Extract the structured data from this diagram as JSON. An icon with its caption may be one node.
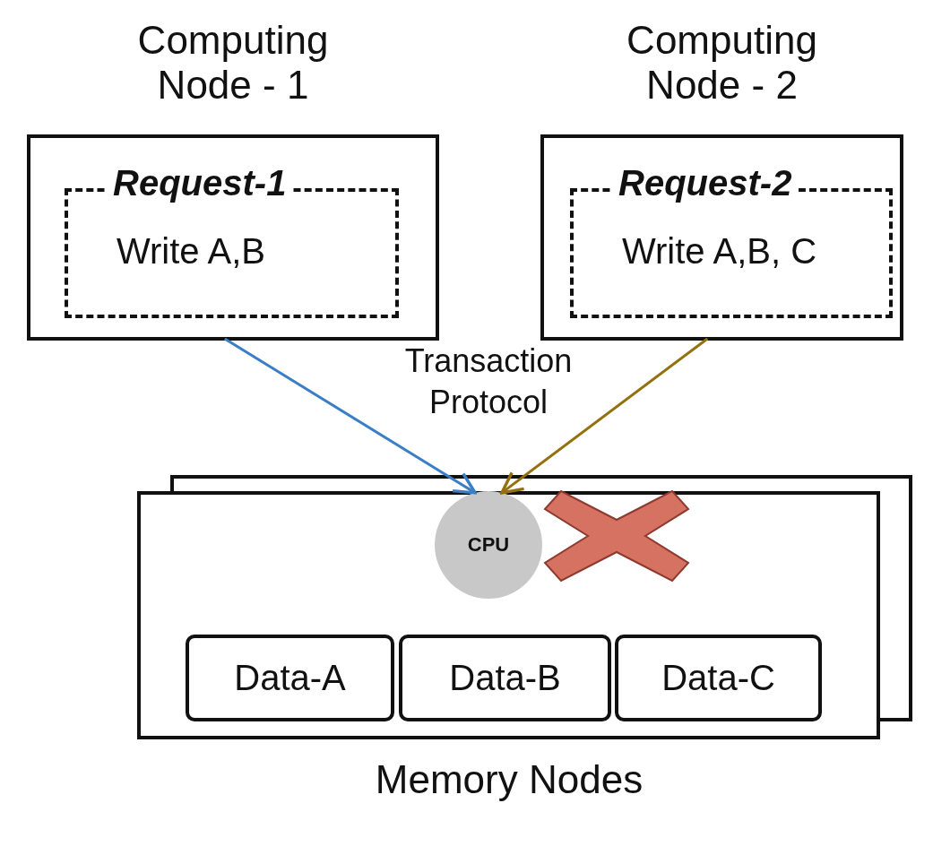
{
  "diagram": {
    "nodes": [
      {
        "text": [
          "Computing Node - 1"
        ]
      },
      {
        "text": [
          "Request-1",
          "Write A,B"
        ],
        "in": 0
      },
      {
        "text": [
          "Computing Node - 2"
        ]
      },
      {
        "text": [
          "Request-2",
          "Write A,B, C"
        ],
        "in": 2
      },
      {
        "text": [
          "Memory Nodes"
        ]
      },
      {
        "text": [
          "CPU"
        ],
        "in": 4
      },
      {
        "text": [
          "Data-A"
        ],
        "in": 4
      },
      {
        "text": [
          "Data-B"
        ],
        "in": 4
      },
      {
        "text": [
          "Data-C"
        ],
        "in": 4
      }
    ],
    "edges": [
      {
        "from": 0,
        "to": 5,
        "arrow": "to",
        "color": "#3a7ec6"
      },
      {
        "from": 2,
        "to": 5,
        "arrow": "to",
        "color": "#94700f"
      }
    ],
    "labels": [
      "Transaction Protocol"
    ]
  }
}
